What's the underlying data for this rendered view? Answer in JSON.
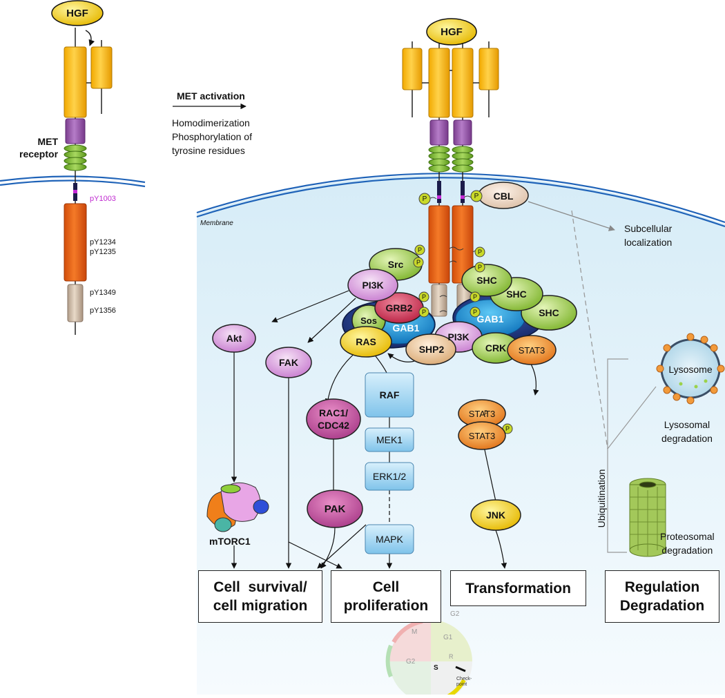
{
  "ligand": "HGF",
  "receptor_label": "MET\nreceptor",
  "sites_left": {
    "pY1003": "pY1003",
    "pY1234": "pY1234",
    "pY1235": "pY1235",
    "pY1349": "pY1349",
    "pY1356": "pY1356"
  },
  "activation": {
    "title": "MET activation",
    "desc": "Homodimerization\nPhosphorylation of\ntyrosine residues"
  },
  "membrane_label": "Membrane",
  "phospho": "P",
  "proteins": {
    "cbl": "CBL",
    "src": "Src",
    "pi3k": "PI3K",
    "grb2": "GRB2",
    "sos": "Sos",
    "gab1": "GAB1",
    "ras": "RAS",
    "shc": "SHC",
    "shp2": "SHP2",
    "crk": "CRK",
    "stat3": "STAT3",
    "akt": "Akt",
    "fak": "FAK",
    "rac1": "RAC1/\nCDC42",
    "pak": "PAK",
    "raf": "RAF",
    "mek1": "MEK1",
    "erk": "ERK1/2",
    "mapk": "MAPK",
    "jnk": "JNK",
    "mtorc1": "mTORC1",
    "lysosome": "Lysosome"
  },
  "side_labels": {
    "subcellular": "Subcellular\nlocalization",
    "lysosomal": "Lysosomal\ndegradation",
    "proteosomal": "Proteosomal\ndegradation",
    "ubiquitination": "Ubiquitination"
  },
  "outcomes": {
    "survival": "Cell  survival/\ncell migration",
    "proliferation": "Cell\nproliferation",
    "transformation": "Transformation",
    "regulation": "Regulation\nDegradation"
  },
  "cell_cycle": {
    "m": "M",
    "g1": "G1",
    "g2_inner": "G2",
    "g2_top": "G2",
    "s": "S",
    "r": "R",
    "checkpoint": "Check-\npoint"
  }
}
